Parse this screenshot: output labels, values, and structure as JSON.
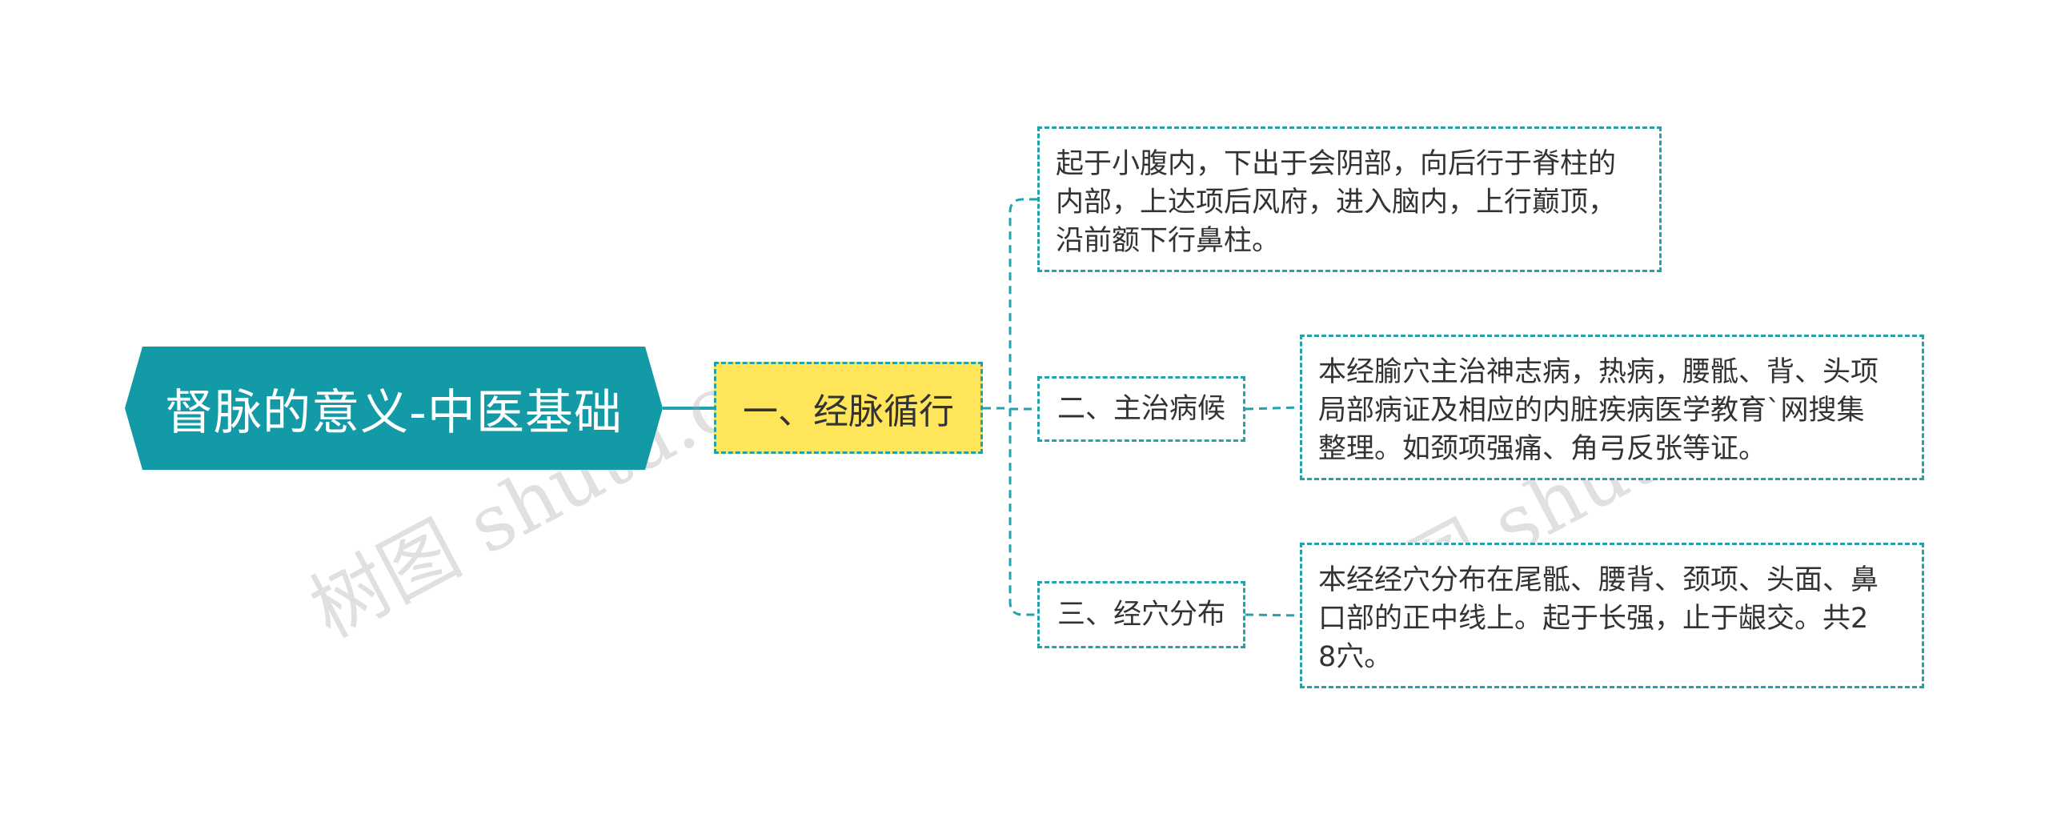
{
  "root": {
    "label": "督脉的意义-中医基础"
  },
  "level1": {
    "label": "一、经脉循行"
  },
  "branches": [
    {
      "label": "起于小腹内，下出于会阴部，向后行于脊柱的\n内部，上达项后风府，进入脑内，上行巅顶，\n沿前额下行鼻柱。"
    },
    {
      "label": "二、主治病候",
      "detail": "本经腧穴主治神志病，热病，腰骶、背、头项\n局部病证及相应的内脏疾病医学教育`网搜集\n整理。如颈项强痛、角弓反张等证。"
    },
    {
      "label": "三、经穴分布",
      "detail": "本经经穴分布在尾骶、腰背、颈项、头面、鼻\n口部的正中线上。起于长强，止于龈交。共2\n8穴。"
    }
  ],
  "watermark": "树图 shutu.cn",
  "colors": {
    "teal": "#23a2ac",
    "yellow": "#ffe55a",
    "text": "#333333",
    "white": "#ffffff"
  }
}
